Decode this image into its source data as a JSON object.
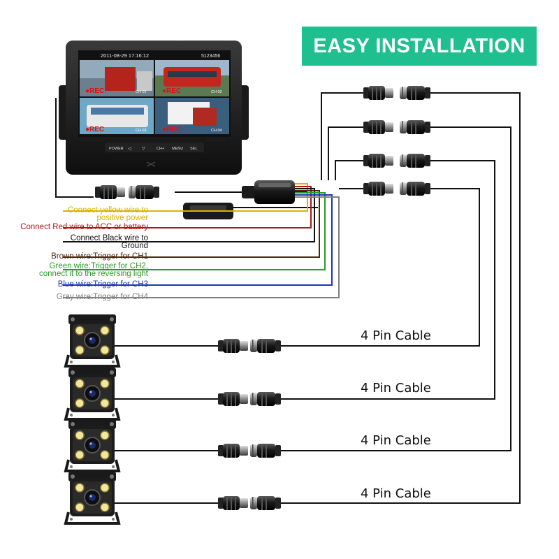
{
  "title": "EASY INSTALLATION",
  "monitor": {
    "timestamp": "2011-08-29  17:16:12",
    "timestamp_right": "5123456",
    "channels": [
      {
        "rec": "●REC",
        "label": "CH 01"
      },
      {
        "rec": "●REC",
        "label": "CH 02"
      },
      {
        "rec": "●REC",
        "label": "CH 03"
      },
      {
        "rec": "●REC",
        "label": "CH 04"
      }
    ],
    "buttons": [
      "POWER",
      "◁",
      "▽",
      "CH+",
      "MENU",
      "SEL"
    ]
  },
  "wire_labels": [
    {
      "lines": [
        "Connect yellow wire to",
        "positive power"
      ],
      "color": "#d8b400"
    },
    {
      "lines": [
        "Connect Red wire to ACC or battery"
      ],
      "color": "#b01818"
    },
    {
      "lines": [
        "Connect Black wire to",
        "Ground"
      ],
      "color": "#111111"
    },
    {
      "lines": [
        "Brown wire:Trigger for CH1"
      ],
      "color": "#4a2b12"
    },
    {
      "lines": [
        "Green wire:Trigger for CH2,",
        "connect it to the reversing light"
      ],
      "color": "#2a9a2a"
    },
    {
      "lines": [
        "Blue wire:Trigger for CH3"
      ],
      "color": "#1c35b8"
    },
    {
      "lines": [
        "Gray wire:Trigger for CH4"
      ],
      "color": "#808080"
    }
  ],
  "cables": [
    {
      "label": "4 Pin Cable"
    },
    {
      "label": "4 Pin Cable"
    },
    {
      "label": "4 Pin Cable"
    },
    {
      "label": "4 Pin Cable"
    }
  ]
}
